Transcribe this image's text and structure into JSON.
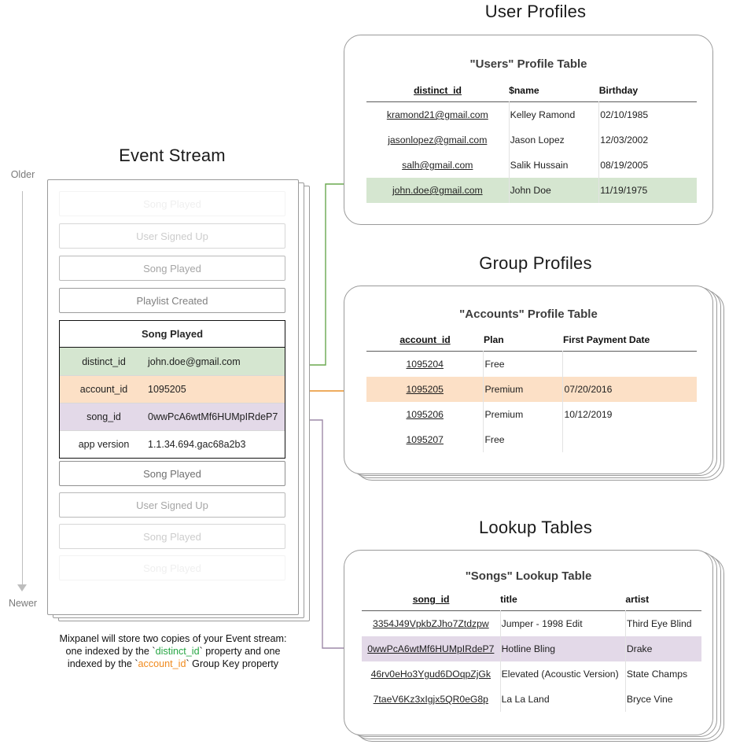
{
  "sections": {
    "event_stream_title": "Event Stream",
    "user_profiles_title": "User Profiles",
    "group_profiles_title": "Group Profiles",
    "lookup_tables_title": "Lookup Tables"
  },
  "timeline": {
    "older_label": "Older",
    "newer_label": "Newer",
    "arrow_icon": "down-arrow-icon"
  },
  "event_stream": {
    "events_above": [
      {
        "label": "Song Played",
        "fade": "fade-95"
      },
      {
        "label": "User Signed Up",
        "fade": "fade-70"
      },
      {
        "label": "Song Played",
        "fade": "fade-45"
      },
      {
        "label": "Playlist Created",
        "fade": "fade-20"
      }
    ],
    "events_below": [
      {
        "label": "Song Played",
        "fade": "fade-0"
      },
      {
        "label": "User Signed Up",
        "fade": "fade-45"
      },
      {
        "label": "Song Played",
        "fade": "fade-70"
      },
      {
        "label": "Song Played",
        "fade": "fade-95"
      }
    ],
    "expanded_event": {
      "title": "Song Played",
      "properties": [
        {
          "key": "distinct_id",
          "value": "john.doe@gmail.com",
          "highlight": "ee-green"
        },
        {
          "key": "account_id",
          "value": "1095205",
          "highlight": "ee-orange"
        },
        {
          "key": "song_id",
          "value": "0wwPcA6wtMf6HUMpIRdeP7",
          "highlight": "ee-purple"
        },
        {
          "key": "app version",
          "value": "1.1.34.694.gac68a2b3",
          "highlight": "ee-plain"
        }
      ]
    },
    "caption": {
      "line1": "Mixpanel will store two copies of your Event stream:",
      "line2_a": "one indexed by the `",
      "line2_token": "distinct_id",
      "line2_b": "` property and one",
      "line3_a": "indexed by the `",
      "line3_token": "account_id",
      "line3_b": "` Group Key property"
    }
  },
  "users_table": {
    "title": "\"Users\" Profile Table",
    "columns": [
      "distinct_id",
      "$name",
      "Birthday"
    ],
    "rows": [
      {
        "cells": [
          "kramond21@gmail.com",
          "Kelley Ramond",
          "02/10/1985"
        ],
        "highlight": ""
      },
      {
        "cells": [
          "jasonlopez@gmail.com",
          "Jason Lopez",
          "12/03/2002"
        ],
        "highlight": ""
      },
      {
        "cells": [
          "salh@gmail.com",
          "Salik Hussain",
          "08/19/2005"
        ],
        "highlight": ""
      },
      {
        "cells": [
          "john.doe@gmail.com",
          "John Doe",
          "11/19/1975"
        ],
        "highlight": "hl-green"
      }
    ]
  },
  "accounts_table": {
    "title": "\"Accounts\" Profile Table",
    "columns": [
      "account_id",
      "Plan",
      "First Payment Date"
    ],
    "rows": [
      {
        "cells": [
          "1095204",
          "Free",
          ""
        ],
        "highlight": ""
      },
      {
        "cells": [
          "1095205",
          "Premium",
          "07/20/2016"
        ],
        "highlight": "hl-orange"
      },
      {
        "cells": [
          "1095206",
          "Premium",
          "10/12/2019"
        ],
        "highlight": ""
      },
      {
        "cells": [
          "1095207",
          "Free",
          ""
        ],
        "highlight": ""
      }
    ]
  },
  "songs_table": {
    "title": "\"Songs\" Lookup Table",
    "columns": [
      "song_id",
      "title",
      "artist"
    ],
    "rows": [
      {
        "cells": [
          "3354J49VpkbZJho7Ztdzpw",
          "Jumper - 1998 Edit",
          "Third Eye Blind"
        ],
        "highlight": ""
      },
      {
        "cells": [
          "0wwPcA6wtMf6HUMpIRdeP7",
          "Hotline Bling",
          "Drake"
        ],
        "highlight": "hl-purple"
      },
      {
        "cells": [
          "46rv0eHo3Ygud6DOqpZjGk",
          "Elevated (Acoustic Version)",
          "State Champs"
        ],
        "highlight": ""
      },
      {
        "cells": [
          "7taeV6Kz3xIgjx5QR0eG8p",
          "La La Land",
          "Bryce Vine"
        ],
        "highlight": ""
      }
    ]
  },
  "colors": {
    "green": "#d5e6d0",
    "orange": "#fce0c6",
    "purple": "#e3d9e8",
    "green_arrow": "#6aa84f",
    "orange_arrow": "#e8912a",
    "purple_arrow": "#9e8aa8",
    "card_border": "#9a9a9a",
    "token_green": "#27a544",
    "token_orange": "#f08a1d"
  }
}
